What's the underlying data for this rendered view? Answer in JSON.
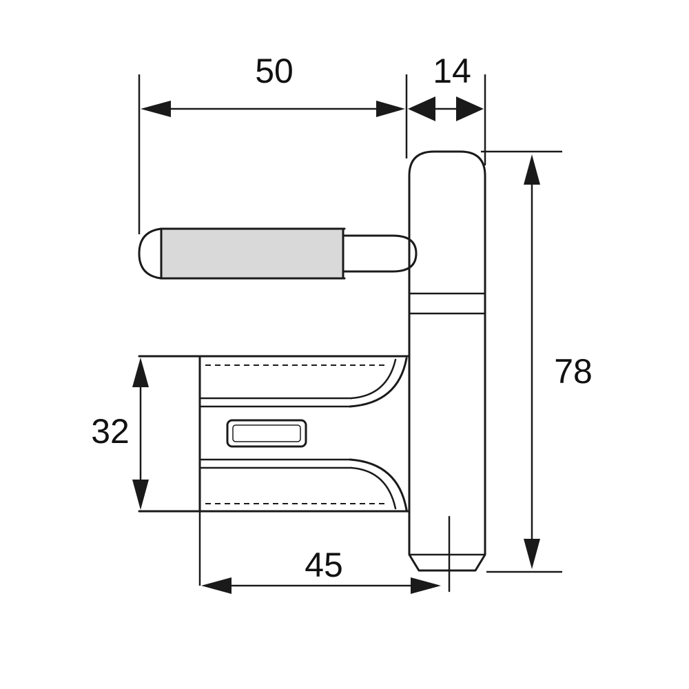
{
  "dimensions": {
    "pin_length": "50",
    "barrel_width": "14",
    "barrel_height": "78",
    "bracket_height": "32",
    "bracket_length": "45"
  },
  "colors": {
    "line": "#1a1a1a",
    "sleeve_fill": "#d9d9d9",
    "background": "#ffffff"
  }
}
